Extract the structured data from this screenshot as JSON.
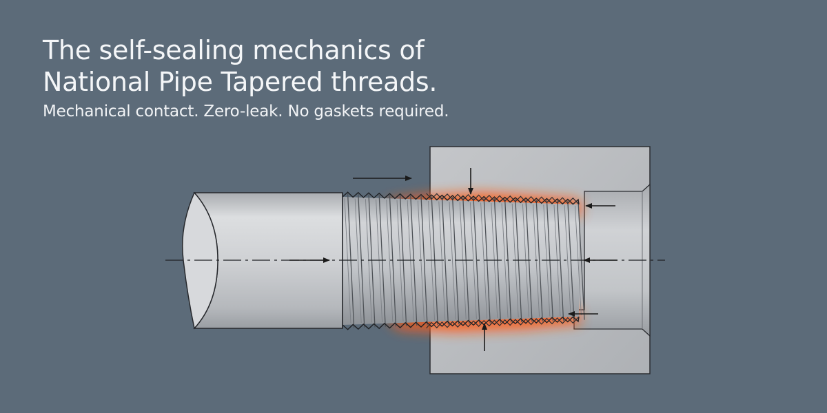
{
  "header": {
    "title_line1": "The self-sealing mechanics of",
    "title_line2": "National Pipe Tapered threads.",
    "subtitle": "Mechanical contact. Zero-leak. No gaskets required."
  },
  "colors": {
    "background": "#5c6b79",
    "pipe_body": "#c9cbce",
    "fitting_body": "#b9bbbe",
    "seal_glow": "#ff5a14",
    "outline": "#1f1f1f"
  },
  "diagram": {
    "components": [
      "pipe",
      "tapered-male-thread",
      "fitting",
      "tapered-female-thread",
      "seal-zone",
      "force-arrows",
      "centerline"
    ]
  }
}
